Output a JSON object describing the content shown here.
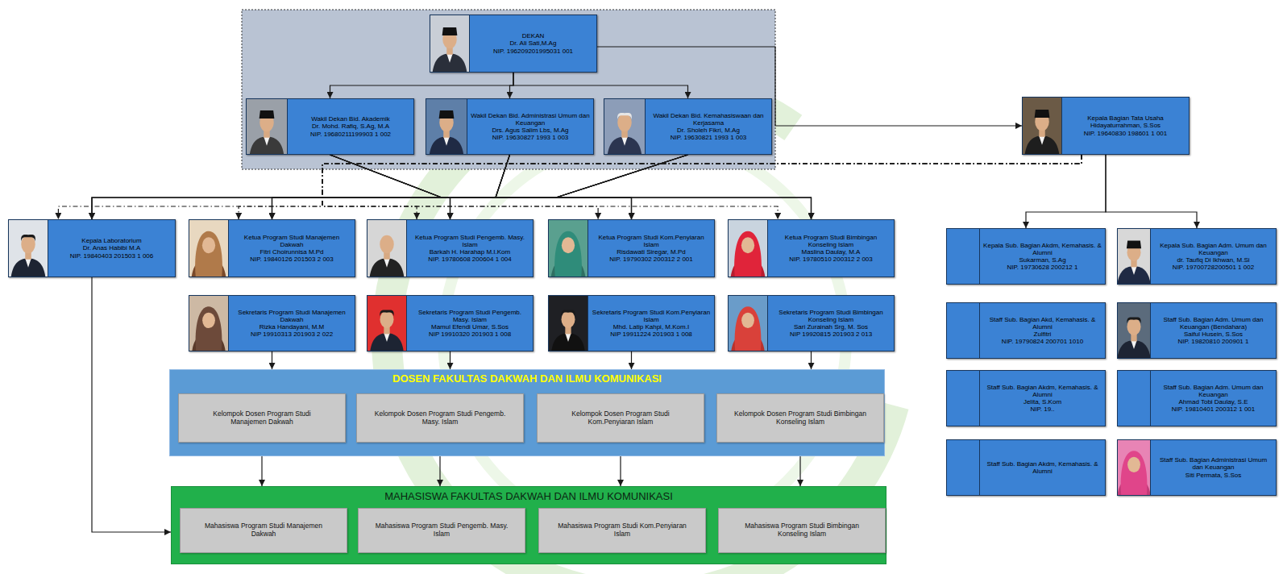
{
  "diagram": {
    "nodes": [
      {
        "text": [
          "DEKAN",
          "Dr. Ali Sati,M.Ag",
          "NIP. 196209201995031 001"
        ]
      },
      {
        "text": [
          "Wakil Dekan Bid. Akademik",
          "Dr. Mohd. Rafiq, S.Ag, M.A",
          "NIP. 19680211199903 1 002"
        ]
      },
      {
        "text": [
          "Wakil Dekan Bid. Administrasi Umum dan Keuangan",
          "Drs. Agus Salim Lbs, M.Ag",
          "NIP. 19630827 1993 1 003"
        ]
      },
      {
        "text": [
          "Wakil Dekan Bid. Kemahasiswaan dan Kerjasama",
          "Dr. Sholeh Fikri, M.Ag",
          "NIP. 19630821 1993 1 003"
        ]
      },
      {
        "text": [
          "Kepala Bagian Tata Usaha",
          "Hidayaturrahman, S.Sos",
          "NIP. 19640830 198601 1 001"
        ]
      },
      {
        "text": [
          "Kepala Laboratorium",
          "Dr. Anas Habibi M.A",
          "NIP. 19840403 201503 1 006"
        ]
      },
      {
        "text": [
          "Ketua Program Studi Manajemen Dakwah",
          "Fitri Choirunnisa M.Pd",
          "NIP. 19840126 201503 2 003"
        ]
      },
      {
        "text": [
          "Ketua Program Studi Pengemb. Masy. Islam",
          "Barkah H. Harahap M.I.Kom",
          "NIP. 19780608 200604 1 004"
        ]
      },
      {
        "text": [
          "Ketua Program Studi Kom.Penyiaran Islam",
          "Risdawati Siregar, M.Pd",
          "NIP. 19790302 200312 2 001"
        ]
      },
      {
        "text": [
          "Ketua Program Studi Bimbingan Konseling Islam",
          "Maslina Daulay, M.A",
          "NIP. 19780510 200312 2 003"
        ]
      },
      {
        "text": [
          "Sekretaris Program Studi Manajemen Dakwah",
          "Rizka Handayani, M.M",
          "NIP 19910313 201903 2 022"
        ]
      },
      {
        "text": [
          "Sekretaris Program Studi Pengemb. Masy. Islam",
          "Mamul Efendi Umar, S.Sos",
          "NIP 19910320 201903 1 008"
        ]
      },
      {
        "text": [
          "Sekretaris Program Studi Kom.Penyiaran Islam",
          "Mhd. Latip Kahpi, M.Kom.I",
          "NIP 19911224 201903 1 008"
        ]
      },
      {
        "text": [
          "Sekretaris Program Studi Bimbingan Konseling Islam",
          "Sari Zurainah Srg, M. Sos",
          "NIP 19920815 201903 2 013"
        ]
      },
      {
        "text": [
          "DOSEN FAKULTAS DAKWAH DAN ILMU KOMUNIKASI"
        ]
      },
      {
        "text": [
          "Kelompok Dosen Program Studi Manajemen Dakwah"
        ],
        "in": 14
      },
      {
        "text": [
          "Kelompok Dosen Program Studi Pengemb. Masy. Islam"
        ],
        "in": 14
      },
      {
        "text": [
          "Kelompok Dosen Program Studi Kom.Penyiaran Islam"
        ],
        "in": 14
      },
      {
        "text": [
          "Kelompok Dosen Program Studi Bimbingan Konseling Islam"
        ],
        "in": 14
      },
      {
        "text": [
          "MAHASISWA FAKULTAS DAKWAH DAN ILMU KOMUNIKASI"
        ]
      },
      {
        "text": [
          "Mahasiswa Program Studi Manajemen Dakwah"
        ],
        "in": 19
      },
      {
        "text": [
          "Mahasiswa Program Studi Pengemb. Masy. Islam"
        ],
        "in": 19
      },
      {
        "text": [
          "Mahasiswa Program Studi Kom.Penyiaran Islam"
        ],
        "in": 19
      },
      {
        "text": [
          "Mahasiswa Program Studi Bimbingan Konseling Islam"
        ],
        "in": 19
      },
      {
        "text": [
          "Kepala Sub. Bagian Akdm, Kemahasis. & Alumni",
          "Sukarman, S.Ag",
          "NIP. 19730628 200212 1"
        ]
      },
      {
        "text": [
          "Kepala Sub. Bagian Adm. Umum dan Keuangan",
          "dr. Taufiq Di Ikhwan, M.Si",
          "NIP. 19700728200501 1 002"
        ]
      },
      {
        "text": [
          "Staff Sub. Bagian Akd, Kemahasis. & Alumni",
          "Zulfitri",
          "NIP. 19790824 200701 1010"
        ]
      },
      {
        "text": [
          "Staff Sub. Bagian Adm. Umum dan Keuangan (Bendahara)",
          "Saiful Husein, S.Sos",
          "NIP. 19820810 200901 1"
        ]
      },
      {
        "text": [
          "Staff Sub. Bagian Akdm, Kemahasis. & Alumni",
          "Jelita, S.Kom",
          "NIP. 19.."
        ]
      },
      {
        "text": [
          "Staff Sub. Bagian Adm. Umum dan Keuangan",
          "Ahmad Tobi Daulay, S.E",
          "NIP. 19810401 200312 1 001"
        ]
      },
      {
        "text": [
          "Staff Sub. Bagian Akdm, Kemahasis. & Alumni"
        ]
      },
      {
        "text": [
          "Staff Sub. Bagian Administrasi Umum dan Keuangan",
          "Siti Permata, S.Sos"
        ]
      }
    ],
    "edges": [
      {
        "from": 0,
        "to": 1,
        "arrow": "to"
      },
      {
        "from": 0,
        "to": 2,
        "arrow": "to"
      },
      {
        "from": 0,
        "to": 3,
        "arrow": "to"
      },
      {
        "from": 0,
        "to": 4,
        "arrow": "to"
      },
      {
        "from": 1,
        "to": 5,
        "arrow": "to"
      },
      {
        "from": 1,
        "to": 6,
        "arrow": "to"
      },
      {
        "from": 1,
        "to": 7,
        "arrow": "to"
      },
      {
        "from": 1,
        "to": 8,
        "arrow": "to"
      },
      {
        "from": 1,
        "to": 9,
        "arrow": "to"
      },
      {
        "from": 2,
        "to": 5,
        "arrow": "to"
      },
      {
        "from": 2,
        "to": 6,
        "arrow": "to"
      },
      {
        "from": 2,
        "to": 7,
        "arrow": "to"
      },
      {
        "from": 2,
        "to": 8,
        "arrow": "to"
      },
      {
        "from": 2,
        "to": 9,
        "arrow": "to"
      },
      {
        "from": 3,
        "to": 5,
        "arrow": "to"
      },
      {
        "from": 3,
        "to": 6,
        "arrow": "to"
      },
      {
        "from": 3,
        "to": 7,
        "arrow": "to"
      },
      {
        "from": 3,
        "to": 8,
        "arrow": "to"
      },
      {
        "from": 3,
        "to": 9,
        "arrow": "to"
      },
      {
        "from": 4,
        "to": 5,
        "arrow": "to"
      },
      {
        "from": 4,
        "to": 6,
        "arrow": "to"
      },
      {
        "from": 4,
        "to": 7,
        "arrow": "to"
      },
      {
        "from": 4,
        "to": 8,
        "arrow": "to"
      },
      {
        "from": 4,
        "to": 9,
        "arrow": "to"
      },
      {
        "from": 4,
        "to": 24,
        "arrow": "to"
      },
      {
        "from": 4,
        "to": 25,
        "arrow": "to"
      },
      {
        "from": 10,
        "to": 14,
        "arrow": "to"
      },
      {
        "from": 11,
        "to": 14,
        "arrow": "to"
      },
      {
        "from": 12,
        "to": 14,
        "arrow": "to"
      },
      {
        "from": 13,
        "to": 14,
        "arrow": "to"
      },
      {
        "from": 15,
        "to": 19,
        "arrow": "to"
      },
      {
        "from": 16,
        "to": 19,
        "arrow": "to"
      },
      {
        "from": 17,
        "to": 19,
        "arrow": "to"
      },
      {
        "from": 18,
        "to": 19,
        "arrow": "to"
      },
      {
        "from": 5,
        "to": 19,
        "arrow": "to"
      }
    ]
  }
}
